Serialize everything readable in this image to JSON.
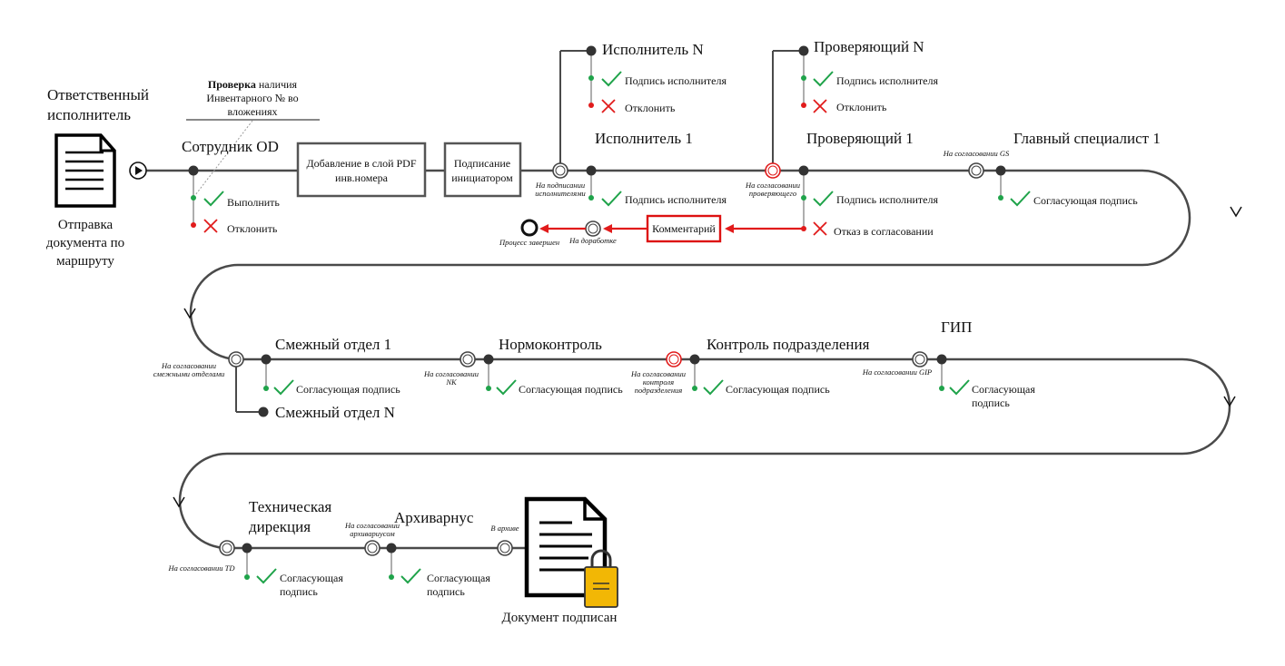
{
  "start": {
    "title_lines": [
      "Ответственный",
      "исполнитель"
    ],
    "caption_lines": [
      "Отправка",
      "документа по",
      "маршруту"
    ]
  },
  "note": {
    "bold": "Проверка",
    "rest": " наличия",
    "lines": [
      "Инвентарного № во",
      "вложениях"
    ]
  },
  "employee_od": {
    "title": "Сотрудник OD",
    "approve": "Выполнить",
    "reject": "Отклонить"
  },
  "box_pdf": {
    "lines": [
      "Добавление в слой PDF",
      "инв.номера"
    ]
  },
  "box_sign": {
    "lines": [
      "Подписание",
      "инициатором"
    ]
  },
  "executor": {
    "status_lines": [
      "На подписании",
      "исполнителями"
    ],
    "title_1": "Исполнитель 1",
    "title_n": "Исполнитель N",
    "sign": "Подпись исполнителя",
    "reject": "Отклонить"
  },
  "rework": {
    "comment": "Комментарий",
    "status": "На доработке",
    "finished": "Процесс завершен"
  },
  "reviewer": {
    "status_lines": [
      "На согласовании",
      "проверяющего"
    ],
    "title_1": "Проверяющий 1",
    "title_n": "Проверяющий N",
    "sign": "Подпись исполнителя",
    "reject": "Отклонить",
    "deny": "Отказ в согласовании"
  },
  "chief": {
    "status": "На согласовании GS",
    "title": "Главный специалист 1",
    "sign": "Согласующая подпись"
  },
  "adjacent": {
    "status_lines": [
      "На согласовании",
      "смежными отделами"
    ],
    "title_1": "Смежный отдел 1",
    "title_n": "Смежный отдел N",
    "sign": "Согласующая подпись"
  },
  "norm": {
    "status_lines": [
      "На согласовании",
      "NK"
    ],
    "title": "Нормоконтроль",
    "sign": "Согласующая подпись"
  },
  "control": {
    "status_lines": [
      "На согласовании",
      "контроля",
      "подразделения"
    ],
    "title": "Контроль подразделения",
    "sign": "Согласующая подпись"
  },
  "gip": {
    "status": "На согласовании GIP",
    "title": "ГИП",
    "sign_lines": [
      "Согласующая",
      "подпись"
    ]
  },
  "tech": {
    "status": "На согласовании TD",
    "title_lines": [
      "Техническая",
      "дирекция"
    ],
    "sign_lines": [
      "Согласующая",
      "подпись"
    ]
  },
  "archive": {
    "status_lines": [
      "На согласовании",
      "архивариусом"
    ],
    "title": "Архиварнус",
    "sign_lines": [
      "Согласующая",
      "подпись"
    ],
    "in_archive": "В архиве"
  },
  "final": {
    "caption": "Документ подписан"
  },
  "colors": {
    "line": "#4a4a4a",
    "green": "#1fa34a",
    "red": "#e11b1b",
    "lock": "#f2b705"
  }
}
